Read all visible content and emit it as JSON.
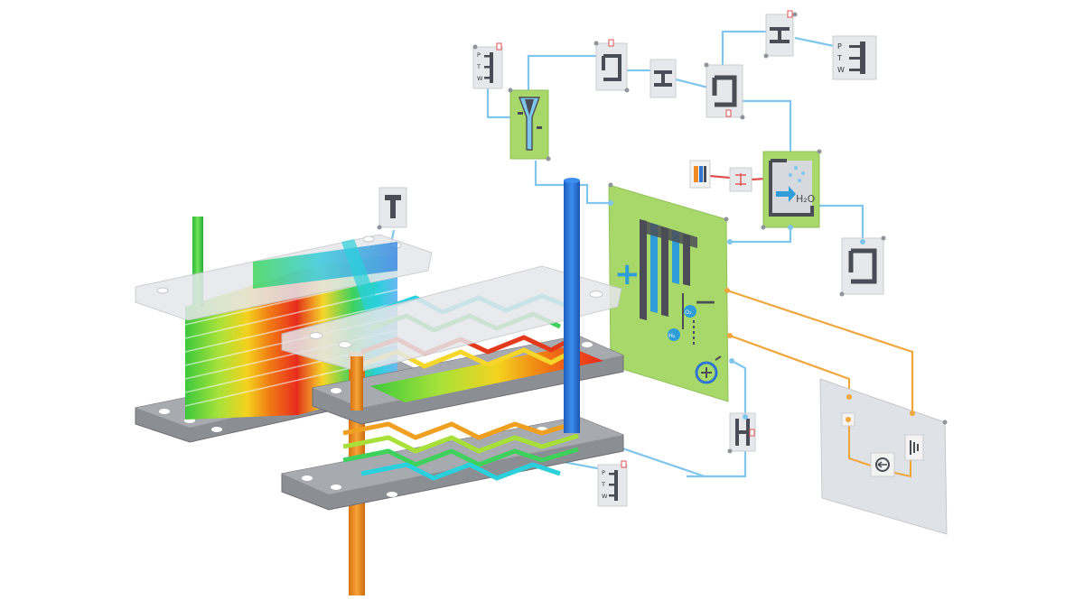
{
  "colors": {
    "blue_line": "#7fc6ee",
    "orange_line": "#f0a63a",
    "green_block": "#a9d86a",
    "panel_gray": "#dfe2e6",
    "icon_dark": "#4a4d55",
    "pipe_blue": "#2f74d0",
    "pipe_orange": "#ee8a1c",
    "plate_gray": "#8b8e93",
    "port_red": "#e05050"
  },
  "labels": {
    "sensor_p": "P",
    "sensor_t": "T",
    "sensor_w": "W",
    "plus_sign": "+",
    "minus_sign": "—",
    "h2": "H₂",
    "o2": "O₂",
    "h2o": "H₂O"
  },
  "icons": [
    "sensor-ptw-icon",
    "heat-exchanger-icon",
    "pipe-node-icon",
    "valve-icon",
    "separator-icon",
    "electrolyzer-icon",
    "temperature-sensor-icon",
    "battery-icon",
    "current-source-icon",
    "ground-icon",
    "pump-icon"
  ]
}
